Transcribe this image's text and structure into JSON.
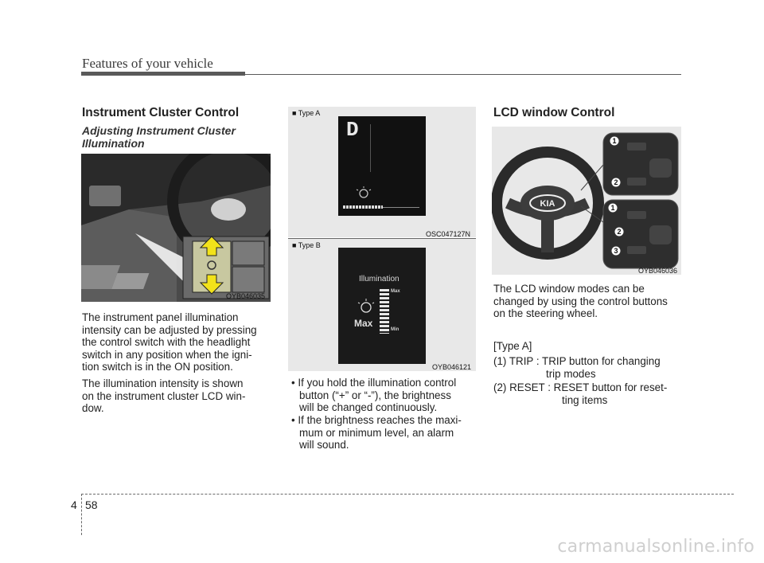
{
  "header": {
    "title": "Features of your vehicle"
  },
  "section1": {
    "heading": "Instrument Cluster Control",
    "subheading_lines": [
      "Adjusting Instrument Cluster",
      "Illumination"
    ],
    "image_code": "OYB046035",
    "para1_lines": [
      "The instrument panel illumination",
      "intensity can be adjusted by pressing",
      "the control switch with the headlight",
      "switch in any position when the igni-",
      "tion switch is in the ON position."
    ],
    "para2_lines": [
      "The illumination intensity is shown",
      "on the instrument cluster LCD win-",
      "dow."
    ]
  },
  "middle": {
    "type_a_label": "■ Type A",
    "type_a_code": "OSC047127N",
    "type_a_gear": "D",
    "type_b_label": "■ Type B",
    "type_b_code": "OYB046121",
    "lcd_title": "Illumination",
    "lcd_value": "Max",
    "lcd_max": "Max",
    "lcd_min": "Min",
    "bullets": [
      [
        "If you hold the illumination control",
        "button (“+” or “-”), the brightness",
        "will be changed continuously."
      ],
      [
        "If the brightness reaches the maxi-",
        "mum or minimum level, an alarm",
        "will sound."
      ]
    ]
  },
  "section2": {
    "heading": "LCD window Control",
    "image_code": "OYB046036",
    "wheel_logo": "KIA",
    "callouts": [
      "1",
      "2",
      "1",
      "2",
      "3"
    ],
    "para_lines": [
      "The LCD window modes can be",
      "changed by using the control buttons",
      "on the steering wheel."
    ],
    "type_label": "[Type A]",
    "items": [
      {
        "line1": "(1) TRIP : TRIP button for changing",
        "line2": "trip modes"
      },
      {
        "line1": "(2) RESET : RESET button for reset-",
        "line2": "ting items"
      }
    ]
  },
  "footer": {
    "chapter": "4",
    "page": "58",
    "watermark": "carmanualsonline.info"
  }
}
